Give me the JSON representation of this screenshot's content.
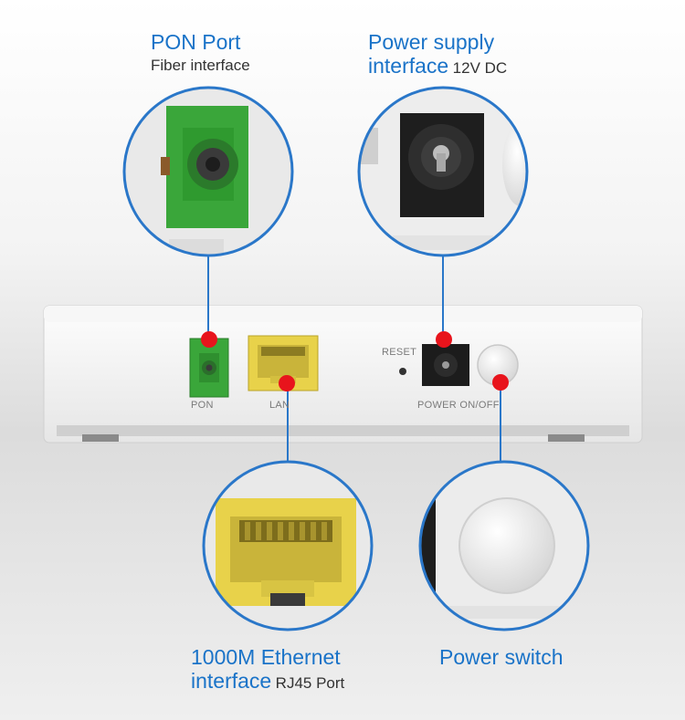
{
  "callouts": {
    "pon": {
      "title": "PON Port",
      "subtitle": "Fiber interface"
    },
    "power_supply": {
      "title_line1": "Power supply",
      "title_line2": "interface",
      "subtitle": "12V DC"
    },
    "ethernet": {
      "title_line1": "1000M Ethernet",
      "title_line2": "interface",
      "subtitle": "RJ45 Port"
    },
    "power_switch": {
      "title": "Power switch"
    }
  },
  "device_labels": {
    "pon": "PON",
    "lan": "LAN",
    "reset": "RESET",
    "power": "POWER ON/OFF"
  },
  "colors": {
    "title_blue": "#1a73c8",
    "marker_red": "#e8141c",
    "pon_green": "#3aa63a",
    "lan_yellow": "#e8d24a",
    "ring_blue": "#2a77c9"
  }
}
